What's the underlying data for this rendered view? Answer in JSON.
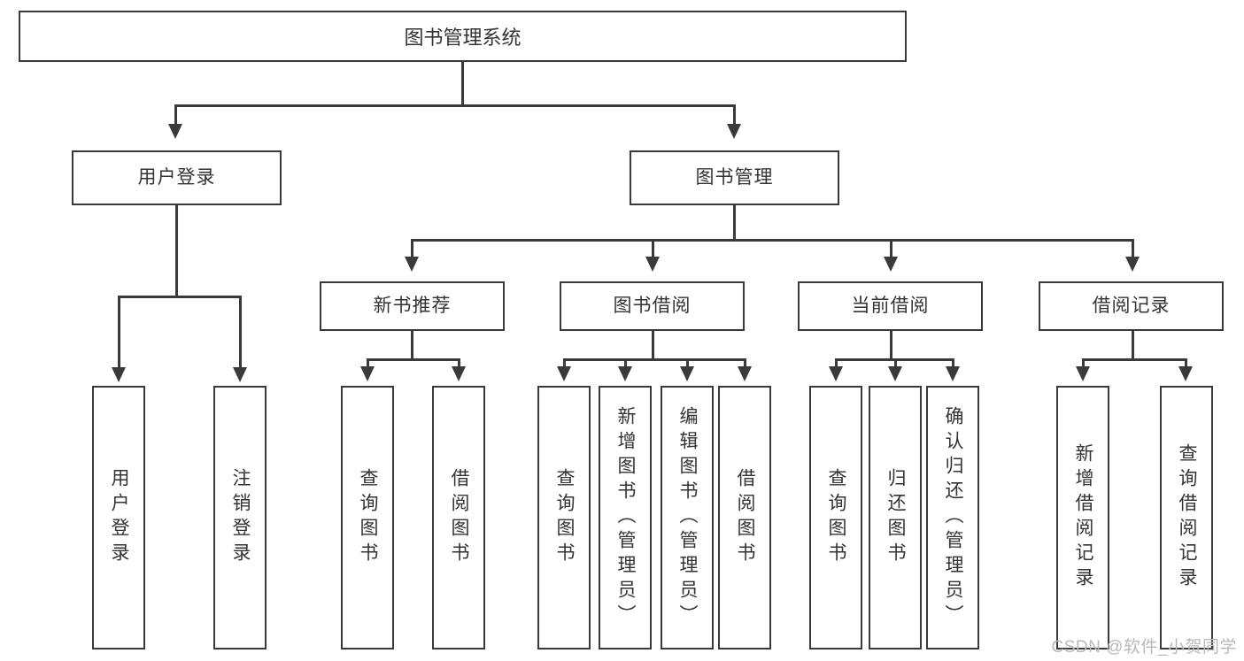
{
  "diagram": {
    "title": "图书管理系统",
    "type": "hierarchy-tree",
    "watermark": "CSDN @软件_小贺同学",
    "colors": {
      "stroke": "#3a3a3a",
      "text": "#333333",
      "background": "#ffffff",
      "watermark": "#b9b9b9"
    },
    "root": {
      "label": "图书管理系统"
    },
    "level2": [
      {
        "id": "user-login",
        "label": "用户登录"
      },
      {
        "id": "book-management",
        "label": "图书管理"
      }
    ],
    "level3": [
      {
        "id": "new-book-recommend",
        "label": "新书推荐",
        "parent": "book-management"
      },
      {
        "id": "book-borrow",
        "label": "图书借阅",
        "parent": "book-management"
      },
      {
        "id": "current-borrow",
        "label": "当前借阅",
        "parent": "book-management"
      },
      {
        "id": "borrow-record",
        "label": "借阅记录",
        "parent": "book-management"
      }
    ],
    "leaves": [
      {
        "id": "leaf-user-login",
        "label": "用户登录",
        "parent": "user-login"
      },
      {
        "id": "leaf-logout",
        "label": "注销登录",
        "parent": "user-login"
      },
      {
        "id": "leaf-query-book-1",
        "label": "查询图书",
        "parent": "new-book-recommend"
      },
      {
        "id": "leaf-borrow-book-1",
        "label": "借阅图书",
        "parent": "new-book-recommend"
      },
      {
        "id": "leaf-query-book-2",
        "label": "查询图书",
        "parent": "book-borrow"
      },
      {
        "id": "leaf-add-book",
        "label": "新增图书（管理员）",
        "parent": "book-borrow"
      },
      {
        "id": "leaf-edit-book",
        "label": "编辑图书（管理员）",
        "parent": "book-borrow"
      },
      {
        "id": "leaf-borrow-book-2",
        "label": "借阅图书",
        "parent": "book-borrow"
      },
      {
        "id": "leaf-query-book-3",
        "label": "查询图书",
        "parent": "current-borrow"
      },
      {
        "id": "leaf-return-book",
        "label": "归还图书",
        "parent": "current-borrow"
      },
      {
        "id": "leaf-confirm-return",
        "label": "确认归还（管理员）",
        "parent": "current-borrow"
      },
      {
        "id": "leaf-add-record",
        "label": "新增借阅记录",
        "parent": "borrow-record"
      },
      {
        "id": "leaf-query-record",
        "label": "查询借阅记录",
        "parent": "borrow-record"
      }
    ]
  }
}
